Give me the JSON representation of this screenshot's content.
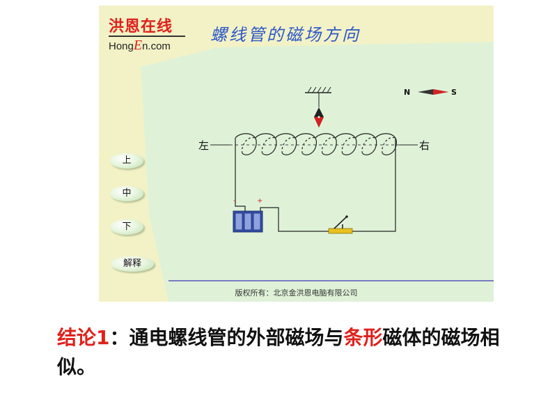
{
  "logo": {
    "brand_cn": "洪恩在线",
    "brand_en_prefix": "Hong",
    "brand_en_e": "E",
    "brand_en_suffix": "n.com"
  },
  "app": {
    "title": "螺线管的磁场方向"
  },
  "nav": {
    "up": "上",
    "mid": "中",
    "down": "下",
    "explain": "解释"
  },
  "diagram": {
    "left_label": "左",
    "right_label": "右",
    "compass_n": "N",
    "compass_s": "S",
    "battery_minus": "-",
    "battery_plus": "+"
  },
  "footer": {
    "copyright": "版权所有：北京金洪恩电脑有限公司"
  },
  "conclusion": {
    "part1": "结论1",
    "part2": "：通电螺线管的外部磁场与",
    "part3": "条形",
    "part4": "磁体的磁场相似。"
  },
  "colors": {
    "frame_bg": "#f2f2c6",
    "panel_bg": "#dff2d8",
    "accent_red": "#e0201b",
    "title_blue": "#2c56c9",
    "battery_blue": "#3350a8"
  }
}
